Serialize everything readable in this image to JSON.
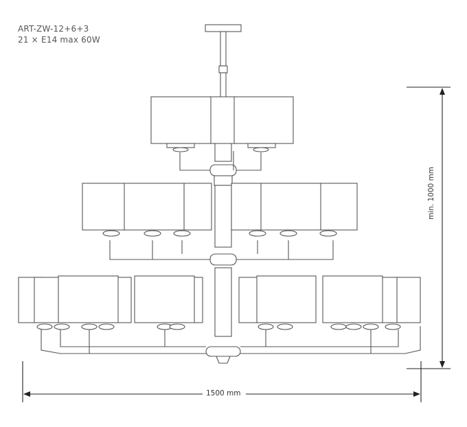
{
  "product": {
    "code": "ART-ZW-12+6+3",
    "spec": "21 × E14 max 60W"
  },
  "dimensions": {
    "height_label": "min. 1000 mm",
    "width_label": "1500 mm"
  },
  "colors": {
    "line": "#555555",
    "dimension": "#222222"
  }
}
